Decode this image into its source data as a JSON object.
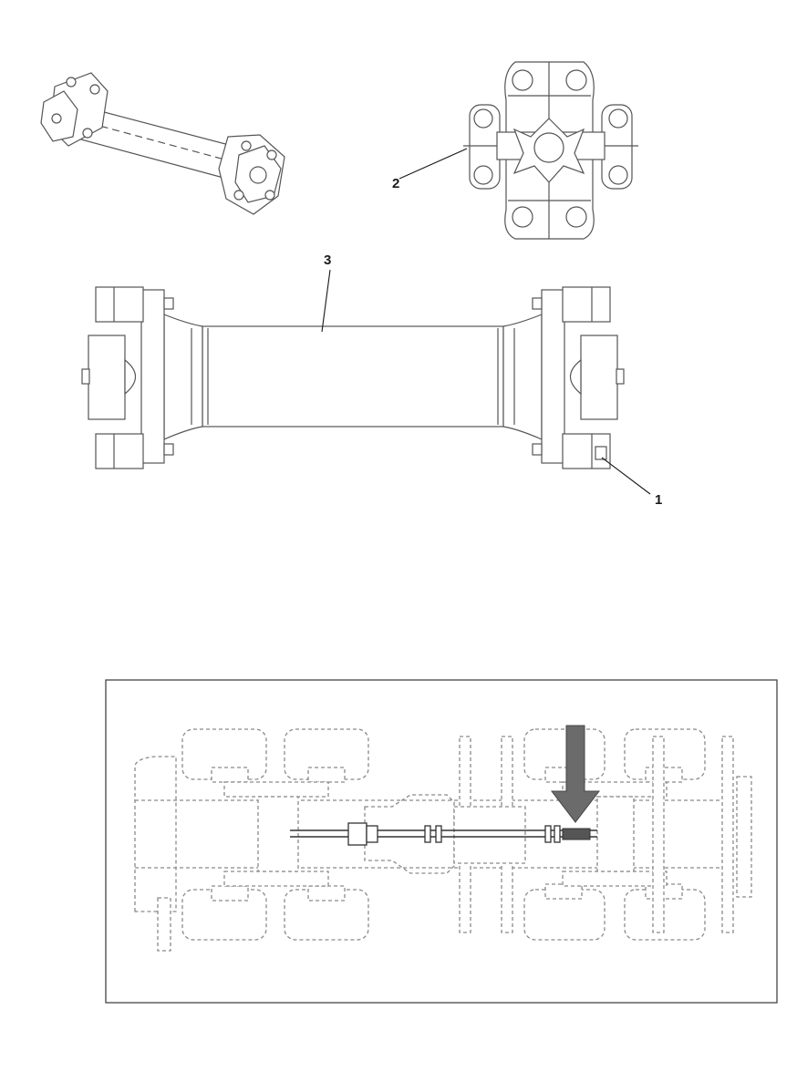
{
  "callouts": [
    {
      "id": "1",
      "label": "1"
    },
    {
      "id": "2",
      "label": "2"
    },
    {
      "id": "3",
      "label": "3"
    }
  ],
  "colors": {
    "line": "#555555",
    "dashed": "#8a8a8a",
    "arrow": "#6b6b6b",
    "frame": "#444444"
  },
  "icons": {
    "location_marker": "down-arrow-icon"
  }
}
